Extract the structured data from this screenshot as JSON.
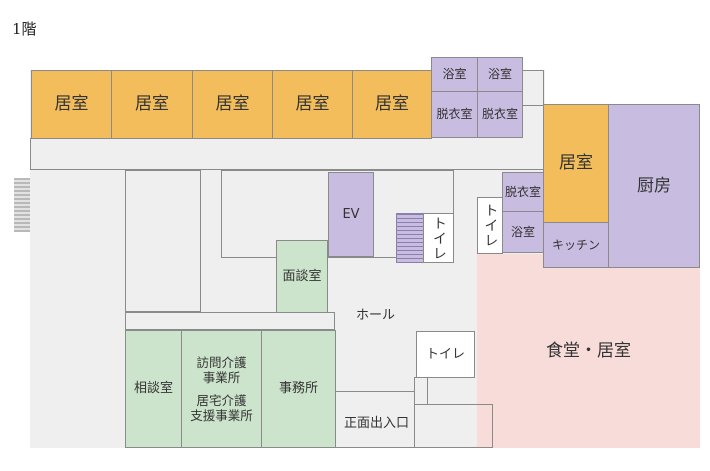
{
  "floor_label": "1階",
  "rooms": {
    "resident_room_1": "居室",
    "resident_room_2": "居室",
    "resident_room_3": "居室",
    "resident_room_4": "居室",
    "resident_room_5": "居室",
    "resident_room_6": "居室",
    "bath_1": "浴室",
    "bath_2": "浴室",
    "bath_3": "浴室",
    "changing_1": "脱衣室",
    "changing_2": "脱衣室",
    "changing_3": "脱衣室",
    "kitchen_main": "厨房",
    "kitchenette": "キッチン",
    "elevator": "EV",
    "toilet_1": "トイレ",
    "toilet_2": "トイレ",
    "toilet_3": "トイレ",
    "interview_room": "面談室",
    "hall": "ホール",
    "dining_room": "食堂・居室",
    "consultation_room": "相談室",
    "home_visit_care_l1": "訪問介護",
    "home_visit_care_l2": "事業所",
    "home_care_support_l1": "居宅介護",
    "home_care_support_l2": "支援事業所",
    "office": "事務所",
    "main_entrance": "正面出入口"
  },
  "colors": {
    "resident": "#f3bd5b",
    "service": "#c8bde0",
    "office": "#cde4cc",
    "dining": "#f8dcda",
    "floor": "#f0efef",
    "wall": "#8a8a8a"
  }
}
